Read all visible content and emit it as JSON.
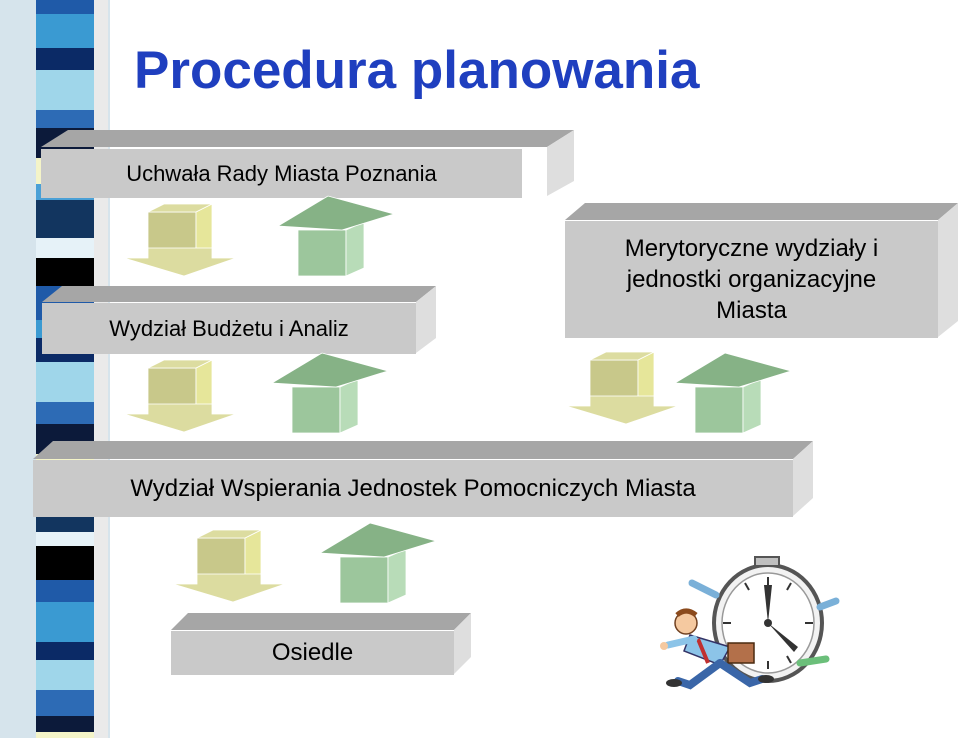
{
  "slide": {
    "title": "Procedura planowania"
  },
  "boxes": {
    "uchwala": "Uchwała Rady Miasta Poznania",
    "budzet": "Wydział Budżetu i Analiz",
    "merytoryczne": "Merytoryczne wydziały i jednostki organizacyjne Miasta",
    "wspierania": "Wydział Wspierania Jednostek Pomocniczych Miasta",
    "osiedle": "Osiedle"
  },
  "colors": {
    "title": "#1f3fbf",
    "box_face": "#c9c9c9",
    "box_top": "#a6a6a6",
    "box_side": "#dedede",
    "arrow_down_front": "#c8c88a",
    "arrow_down_top": "#dcdca0",
    "arrow_down_side": "#e6e69a",
    "arrow_up_front": "#9cc69c",
    "arrow_up_top": "#86b286",
    "arrow_up_side": "#b8dcb8",
    "stripe": [
      "#1f5aa8",
      "#3a9ad2",
      "#0b2a66",
      "#9fd6ea",
      "#2d6bb5",
      "#0c1a3a",
      "#f4f4c8",
      "#4aa0d6",
      "#12355f",
      "#e6f2f8",
      "#000000"
    ]
  },
  "decorations": {
    "clipart": "running-man-clock-icon",
    "down_arrow": "arrow-down-icon",
    "up_arrow": "arrow-up-icon"
  }
}
